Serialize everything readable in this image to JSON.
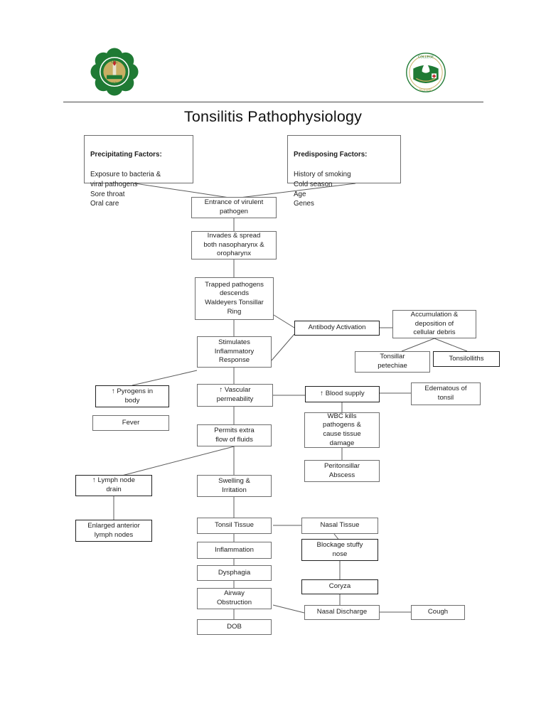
{
  "document": {
    "title": "Tonsilitis Pathophysiology",
    "left_logo": {
      "name": "olivarez-college-seal",
      "text": "OLIVAREZ COLLEGE",
      "year": "1976"
    },
    "right_logo": {
      "name": "college-of-nursing-seal",
      "text": "COLLEGE OF NURSING"
    }
  },
  "colors": {
    "box_border": "#6e6e6e",
    "box_border_heavy": "#202020",
    "connector": "#5b5b5b",
    "text": "#1d1d1d",
    "logo_green": "#1f7a34",
    "logo_gold": "#c9ae63",
    "logo_red": "#c0282d"
  },
  "factor_boxes": [
    {
      "id": "precipitating-factors",
      "heading": "Precipitating Factors:",
      "items": "Exposure to bacteria &\nviral pathogens\nSore throat\nOral care"
    },
    {
      "id": "predisposing-factors",
      "heading": "Predisposing Factors:",
      "items": "History of smoking\nCold season\nAge\nGenes"
    }
  ],
  "nodes": {
    "entrance": "Entrance of virulent\npathogen",
    "invades": "Invades & spread\nboth nasopharynx &\noropharynx",
    "trapped": "Trapped pathogens\ndescends\nWaldeyers Tonsillar\nRing",
    "antibody": "Antibody Activation",
    "accumulation": "Accumulation &\ndeposition of\ncellular debris",
    "petechiae": "Tonsillar\npetechiae",
    "tonsilolliths": "Tonsilolliths",
    "stimulates": "Stimulates\nInflammatory\nResponse",
    "pyrogens": "↑ Pyrogens in\nbody",
    "fever": "Fever",
    "vascular": "↑ Vascular\npermeability",
    "blood_supply": "↑ Blood supply",
    "edematous": "Edematous of\ntonsil",
    "wbc": "WBC kills\npathogens &\ncause tissue\ndamage",
    "peritonsillar": "Peritonsillar\nAbscess",
    "permits": "Permits extra\nflow of fluids",
    "lymph_drain": "↑ Lymph node\ndrain",
    "enlarged_nodes": "Enlarged anterior\nlymph nodes",
    "swelling": "Swelling &\nIrritation",
    "tonsil_tissue": "Tonsil Tissue",
    "nasal_tissue": "Nasal Tissue",
    "inflammation": "Inflammation",
    "blockage": "Blockage stuffy\nnose",
    "dysphagia": "Dysphagia",
    "coryza": "Coryza",
    "airway": "Airway\nObstruction",
    "nasal_discharge": "Nasal Discharge",
    "cough": "Cough",
    "dob": "DOB"
  }
}
